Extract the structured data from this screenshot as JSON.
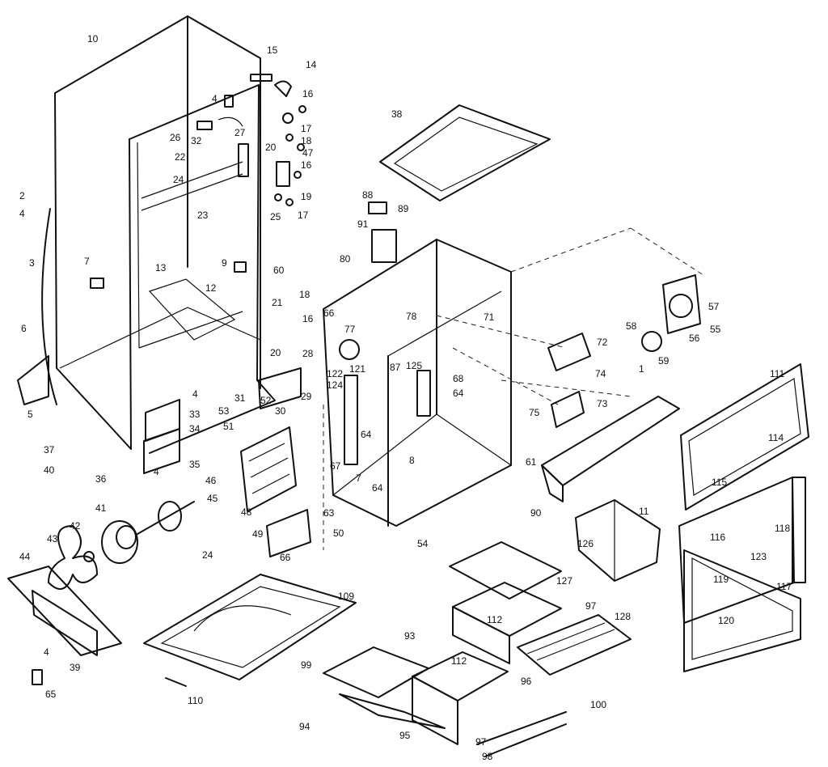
{
  "callouts": [
    {
      "id": "10"
    },
    {
      "id": "15"
    },
    {
      "id": "14"
    },
    {
      "id": "16"
    },
    {
      "id": "4"
    },
    {
      "id": "27"
    },
    {
      "id": "17"
    },
    {
      "id": "26"
    },
    {
      "id": "32"
    },
    {
      "id": "18"
    },
    {
      "id": "20"
    },
    {
      "id": "47"
    },
    {
      "id": "22"
    },
    {
      "id": "16"
    },
    {
      "id": "24"
    },
    {
      "id": "19"
    },
    {
      "id": "23"
    },
    {
      "id": "25"
    },
    {
      "id": "17"
    },
    {
      "id": "2"
    },
    {
      "id": "4"
    },
    {
      "id": "3"
    },
    {
      "id": "7"
    },
    {
      "id": "9"
    },
    {
      "id": "60"
    },
    {
      "id": "13"
    },
    {
      "id": "12"
    },
    {
      "id": "18"
    },
    {
      "id": "21"
    },
    {
      "id": "16"
    },
    {
      "id": "6"
    },
    {
      "id": "20"
    },
    {
      "id": "28"
    },
    {
      "id": "5"
    },
    {
      "id": "4"
    },
    {
      "id": "31"
    },
    {
      "id": "52"
    },
    {
      "id": "29"
    },
    {
      "id": "33"
    },
    {
      "id": "53"
    },
    {
      "id": "30"
    },
    {
      "id": "34"
    },
    {
      "id": "51"
    },
    {
      "id": "35"
    },
    {
      "id": "37"
    },
    {
      "id": "4"
    },
    {
      "id": "40"
    },
    {
      "id": "36"
    },
    {
      "id": "46"
    },
    {
      "id": "45"
    },
    {
      "id": "41"
    },
    {
      "id": "42"
    },
    {
      "id": "43"
    },
    {
      "id": "24"
    },
    {
      "id": "48"
    },
    {
      "id": "49"
    },
    {
      "id": "66"
    },
    {
      "id": "44"
    },
    {
      "id": "4"
    },
    {
      "id": "39"
    },
    {
      "id": "65"
    },
    {
      "id": "38"
    },
    {
      "id": "88"
    },
    {
      "id": "89"
    },
    {
      "id": "91"
    },
    {
      "id": "80"
    },
    {
      "id": "66"
    },
    {
      "id": "78"
    },
    {
      "id": "77"
    },
    {
      "id": "122"
    },
    {
      "id": "121"
    },
    {
      "id": "124"
    },
    {
      "id": "67"
    },
    {
      "id": "125"
    },
    {
      "id": "68"
    },
    {
      "id": "64"
    },
    {
      "id": "64"
    },
    {
      "id": "87"
    },
    {
      "id": "7"
    },
    {
      "id": "8"
    },
    {
      "id": "64"
    },
    {
      "id": "63"
    },
    {
      "id": "50"
    },
    {
      "id": "54"
    },
    {
      "id": "71"
    },
    {
      "id": "72"
    },
    {
      "id": "74"
    },
    {
      "id": "73"
    },
    {
      "id": "75"
    },
    {
      "id": "61"
    },
    {
      "id": "90"
    },
    {
      "id": "1"
    },
    {
      "id": "57"
    },
    {
      "id": "58"
    },
    {
      "id": "55"
    },
    {
      "id": "56"
    },
    {
      "id": "59"
    },
    {
      "id": "111"
    },
    {
      "id": "114"
    },
    {
      "id": "115"
    },
    {
      "id": "118"
    },
    {
      "id": "116"
    },
    {
      "id": "123"
    },
    {
      "id": "119"
    },
    {
      "id": "117"
    },
    {
      "id": "120"
    },
    {
      "id": "11"
    },
    {
      "id": "126"
    },
    {
      "id": "127"
    },
    {
      "id": "112"
    },
    {
      "id": "97"
    },
    {
      "id": "128"
    },
    {
      "id": "109"
    },
    {
      "id": "110"
    },
    {
      "id": "93"
    },
    {
      "id": "99"
    },
    {
      "id": "112"
    },
    {
      "id": "94"
    },
    {
      "id": "95"
    },
    {
      "id": "96"
    },
    {
      "id": "100"
    },
    {
      "id": "97"
    },
    {
      "id": "98"
    }
  ]
}
